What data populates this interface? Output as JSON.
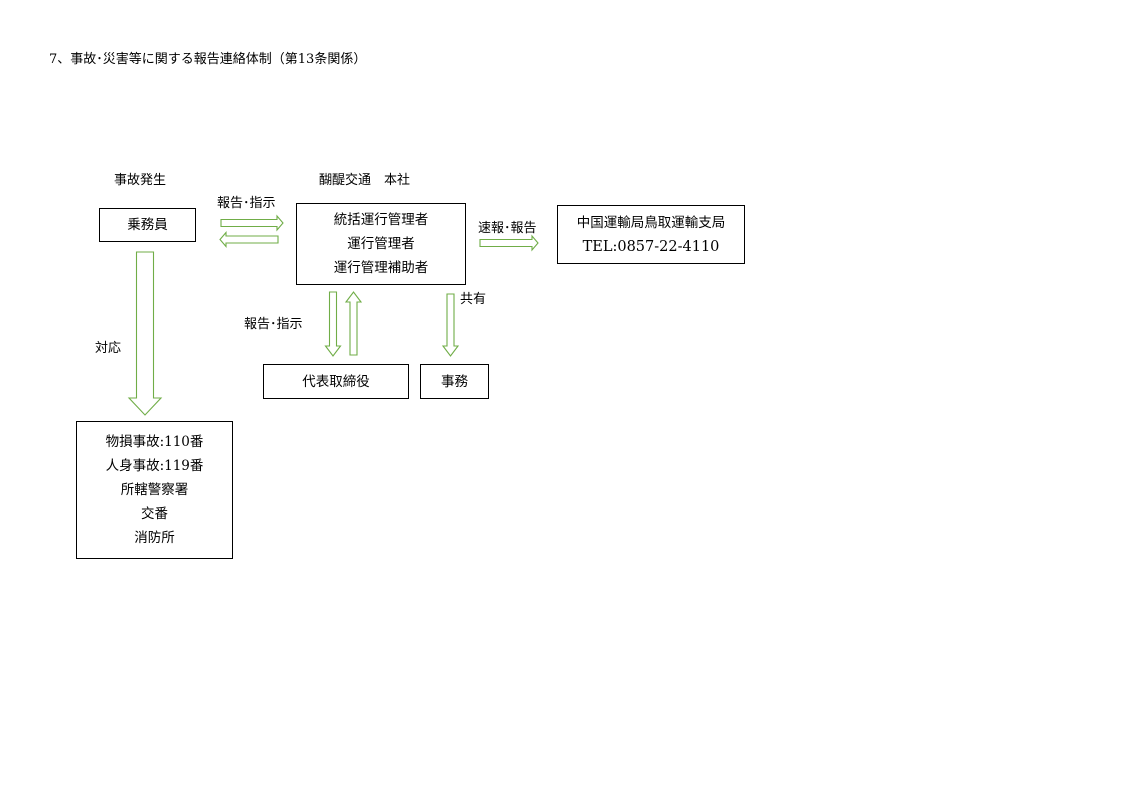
{
  "title": "7、事故･災害等に関する報告連絡体制（第13条関係）",
  "labels": {
    "accident_occurrence": "事故発生",
    "company_header": "醐醍交通　本社",
    "report_instruction_top": "報告･指示",
    "report_instruction_lower": "報告･指示",
    "prompt_report": "速報･報告",
    "response": "対応",
    "share": "共有"
  },
  "boxes": {
    "crew": {
      "lines": [
        "乗務員"
      ]
    },
    "headquarters": {
      "lines": [
        "統括運行管理者",
        "運行管理者",
        "運行管理補助者"
      ]
    },
    "transport_bureau": {
      "lines": [
        "中国運輸局鳥取運輸支局",
        "TEL:0857-22-4110"
      ]
    },
    "representative": {
      "lines": [
        "代表取締役"
      ]
    },
    "office": {
      "lines": [
        "事務"
      ]
    },
    "emergency": {
      "lines": [
        "物損事故:110番",
        "人身事故:119番",
        "所轄警察署",
        "交番",
        "消防所"
      ]
    }
  },
  "colors": {
    "arrow": "#70ad47",
    "border": "#000000",
    "text": "#000000"
  }
}
